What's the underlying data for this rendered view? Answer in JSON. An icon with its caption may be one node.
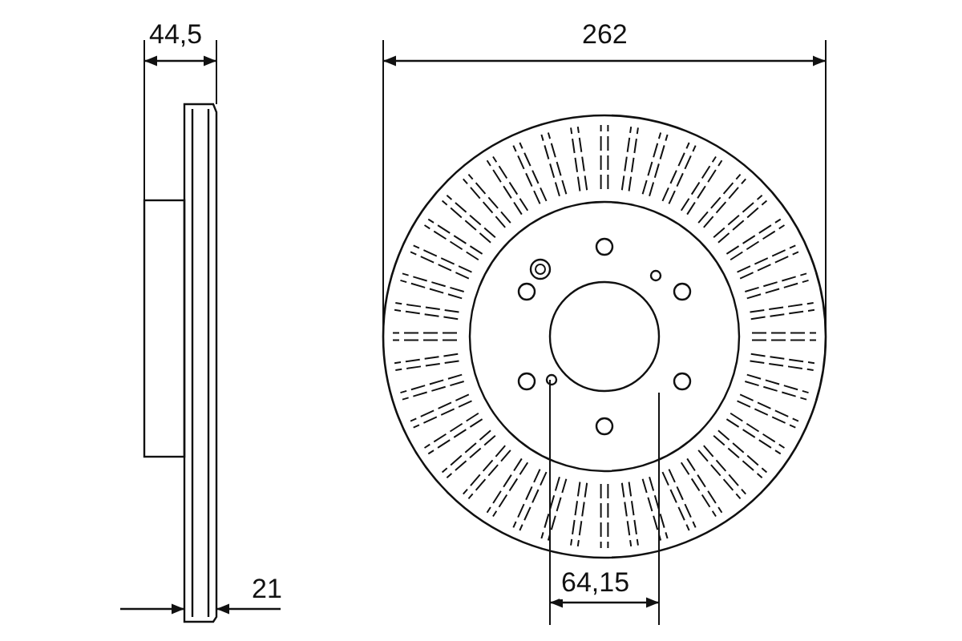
{
  "diagram": {
    "labels": [
      "44,5",
      "262",
      "21",
      "64,15"
    ]
  }
}
